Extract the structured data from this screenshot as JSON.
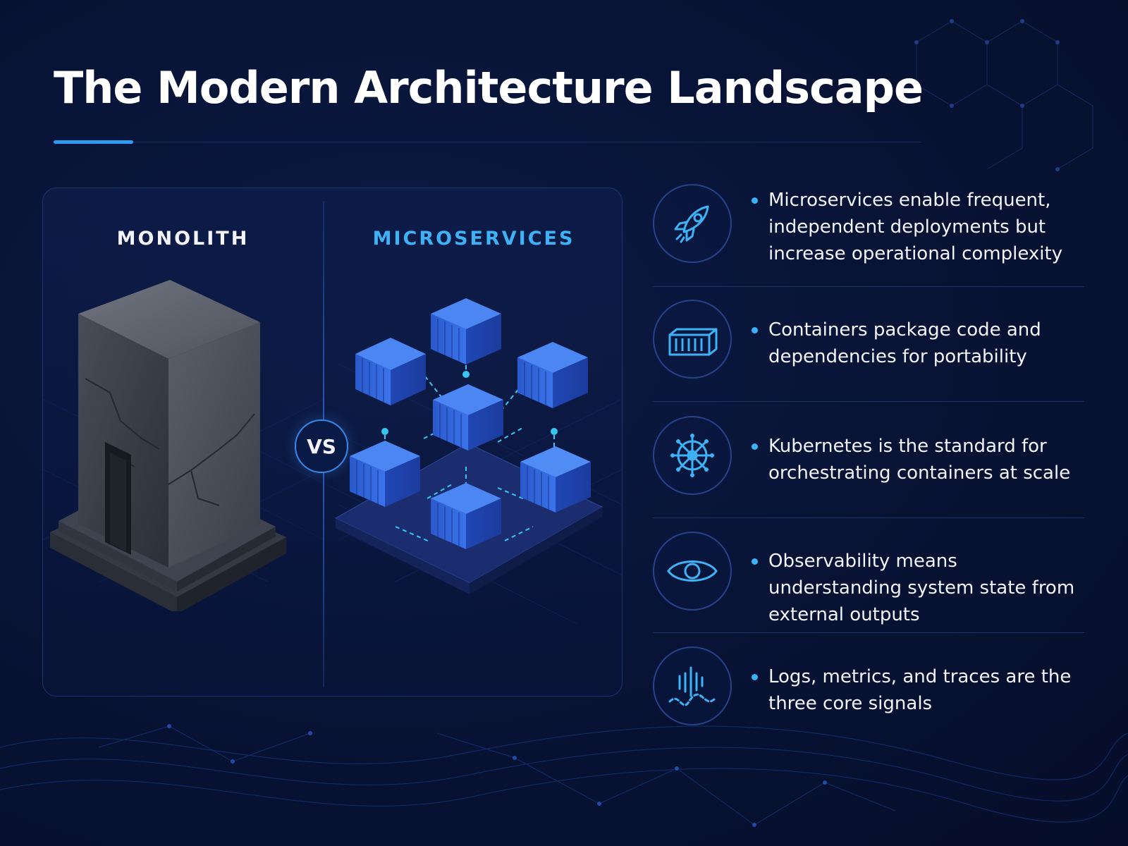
{
  "title": "The Modern Architecture Landscape",
  "comparison": {
    "left_label": "MONOLITH",
    "right_label": "MICROSERVICES",
    "vs_label": "VS"
  },
  "points": [
    {
      "icon": "rocket-icon",
      "text": "Microservices enable frequent, independent deployments but increase operational complexity"
    },
    {
      "icon": "container-icon",
      "text": "Containers package code and dependencies for portability"
    },
    {
      "icon": "helm-wheel-icon",
      "text": "Kubernetes is the standard for orchestrating containers at scale"
    },
    {
      "icon": "eye-icon",
      "text": "Observability means understanding system state from external outputs"
    },
    {
      "icon": "signals-icon",
      "text": "Logs, metrics, and traces are the three core signals"
    }
  ],
  "colors": {
    "background": "#081437",
    "accent": "#2d9cf0",
    "microservices_label": "#3fb2f5",
    "container_blue": "#2f63d8"
  }
}
